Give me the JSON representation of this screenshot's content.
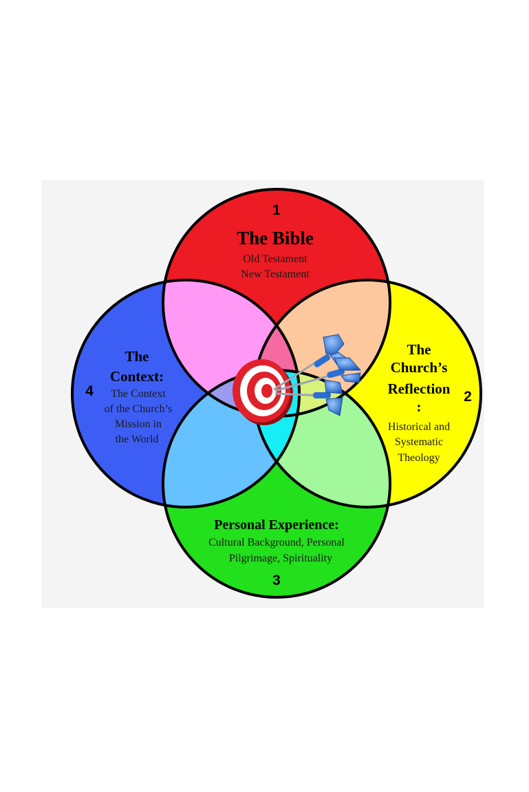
{
  "colors": {
    "bible": "#ed1b24",
    "reflection": "#ffff00",
    "experience": "#22e01c",
    "context": "#3d5ef5",
    "bible_context": "#ff99f5",
    "bible_reflection": "#fdc89e",
    "context_experience": "#66c2ff",
    "reflection_experience": "#a2f89a",
    "bible_center": "#f46aa1",
    "context_center": "#9a9af0",
    "reflection_center": "#d8f27a",
    "experience_center": "#16eef6",
    "outline": "#000000",
    "backdrop": "#f4f4f4"
  },
  "circles": {
    "bible": {
      "number": "1",
      "title": "The Bible",
      "lines": [
        "Old Testament",
        "New Testament"
      ]
    },
    "reflection": {
      "number": "2",
      "title_lines": [
        "The",
        "Church’s",
        "Reflection",
        ":"
      ],
      "lines": [
        "Historical and",
        "Systematic",
        "Theology"
      ]
    },
    "experience": {
      "number": "3",
      "title": "Personal Experience:",
      "lines": [
        "Cultural Background, Personal",
        "Pilgrimage, Spirituality"
      ]
    },
    "context": {
      "number": "4",
      "title_lines": [
        "The",
        "Context:"
      ],
      "lines": [
        "The Context",
        "of the Church’s",
        "Mission in",
        "the World"
      ]
    }
  },
  "center_graphic": "target-with-darts-icon"
}
